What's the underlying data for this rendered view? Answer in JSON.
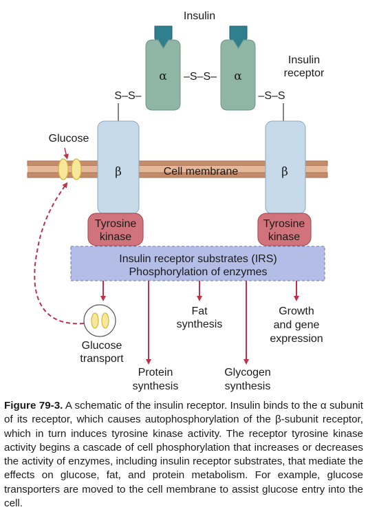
{
  "diagram": {
    "insulin": "Insulin",
    "receptor_line1": "Insulin",
    "receptor_line2": "receptor",
    "alpha": "α",
    "beta": "β",
    "ss": "S–S",
    "ss_left": "S–S–",
    "ss_mid": "–S–S–",
    "ss_right": "–S–S",
    "glucose": "Glucose",
    "cell_membrane": "Cell membrane",
    "tyrosine": "Tyrosine",
    "kinase": "kinase",
    "irs_line1": "Insulin receptor substrates (IRS)",
    "irs_line2": "Phosphorylation of enzymes",
    "glucose_transport_line1": "Glucose",
    "glucose_transport_line2": "transport",
    "protein_line1": "Protein",
    "protein_line2": "synthesis",
    "fat_line1": "Fat",
    "fat_line2": "synthesis",
    "glycogen_line1": "Glycogen",
    "glycogen_line2": "synthesis",
    "growth_line1": "Growth",
    "growth_line2": "and gene",
    "growth_line3": "expression",
    "colors": {
      "alpha_subunit": "#8fb5a5",
      "beta_subunit": "#c5d9e8",
      "insulin": "#2f7f8f",
      "tyrosine_kinase": "#d0737b",
      "irs_box": "#b3bde6",
      "arrow": "#c0304a",
      "membrane": "#e6b89a",
      "glucose_channel": "#f6e79a"
    }
  },
  "caption": {
    "figure_label": "Figure 79-3.",
    "text": " A schematic of the insulin receptor. Insulin binds to the α subunit of its receptor, which causes autophosphorylation of the β-subunit receptor, which in turn induces tyrosine kinase activity. The receptor tyrosine kinase activity begins a cascade of cell phosphorylation that increases or decreases the activity of enzymes, including insulin receptor substrates, that mediate the effects on glucose, fat, and protein metabolism. For example, glucose transporters are moved to the cell membrane to assist glucose entry into the cell."
  }
}
